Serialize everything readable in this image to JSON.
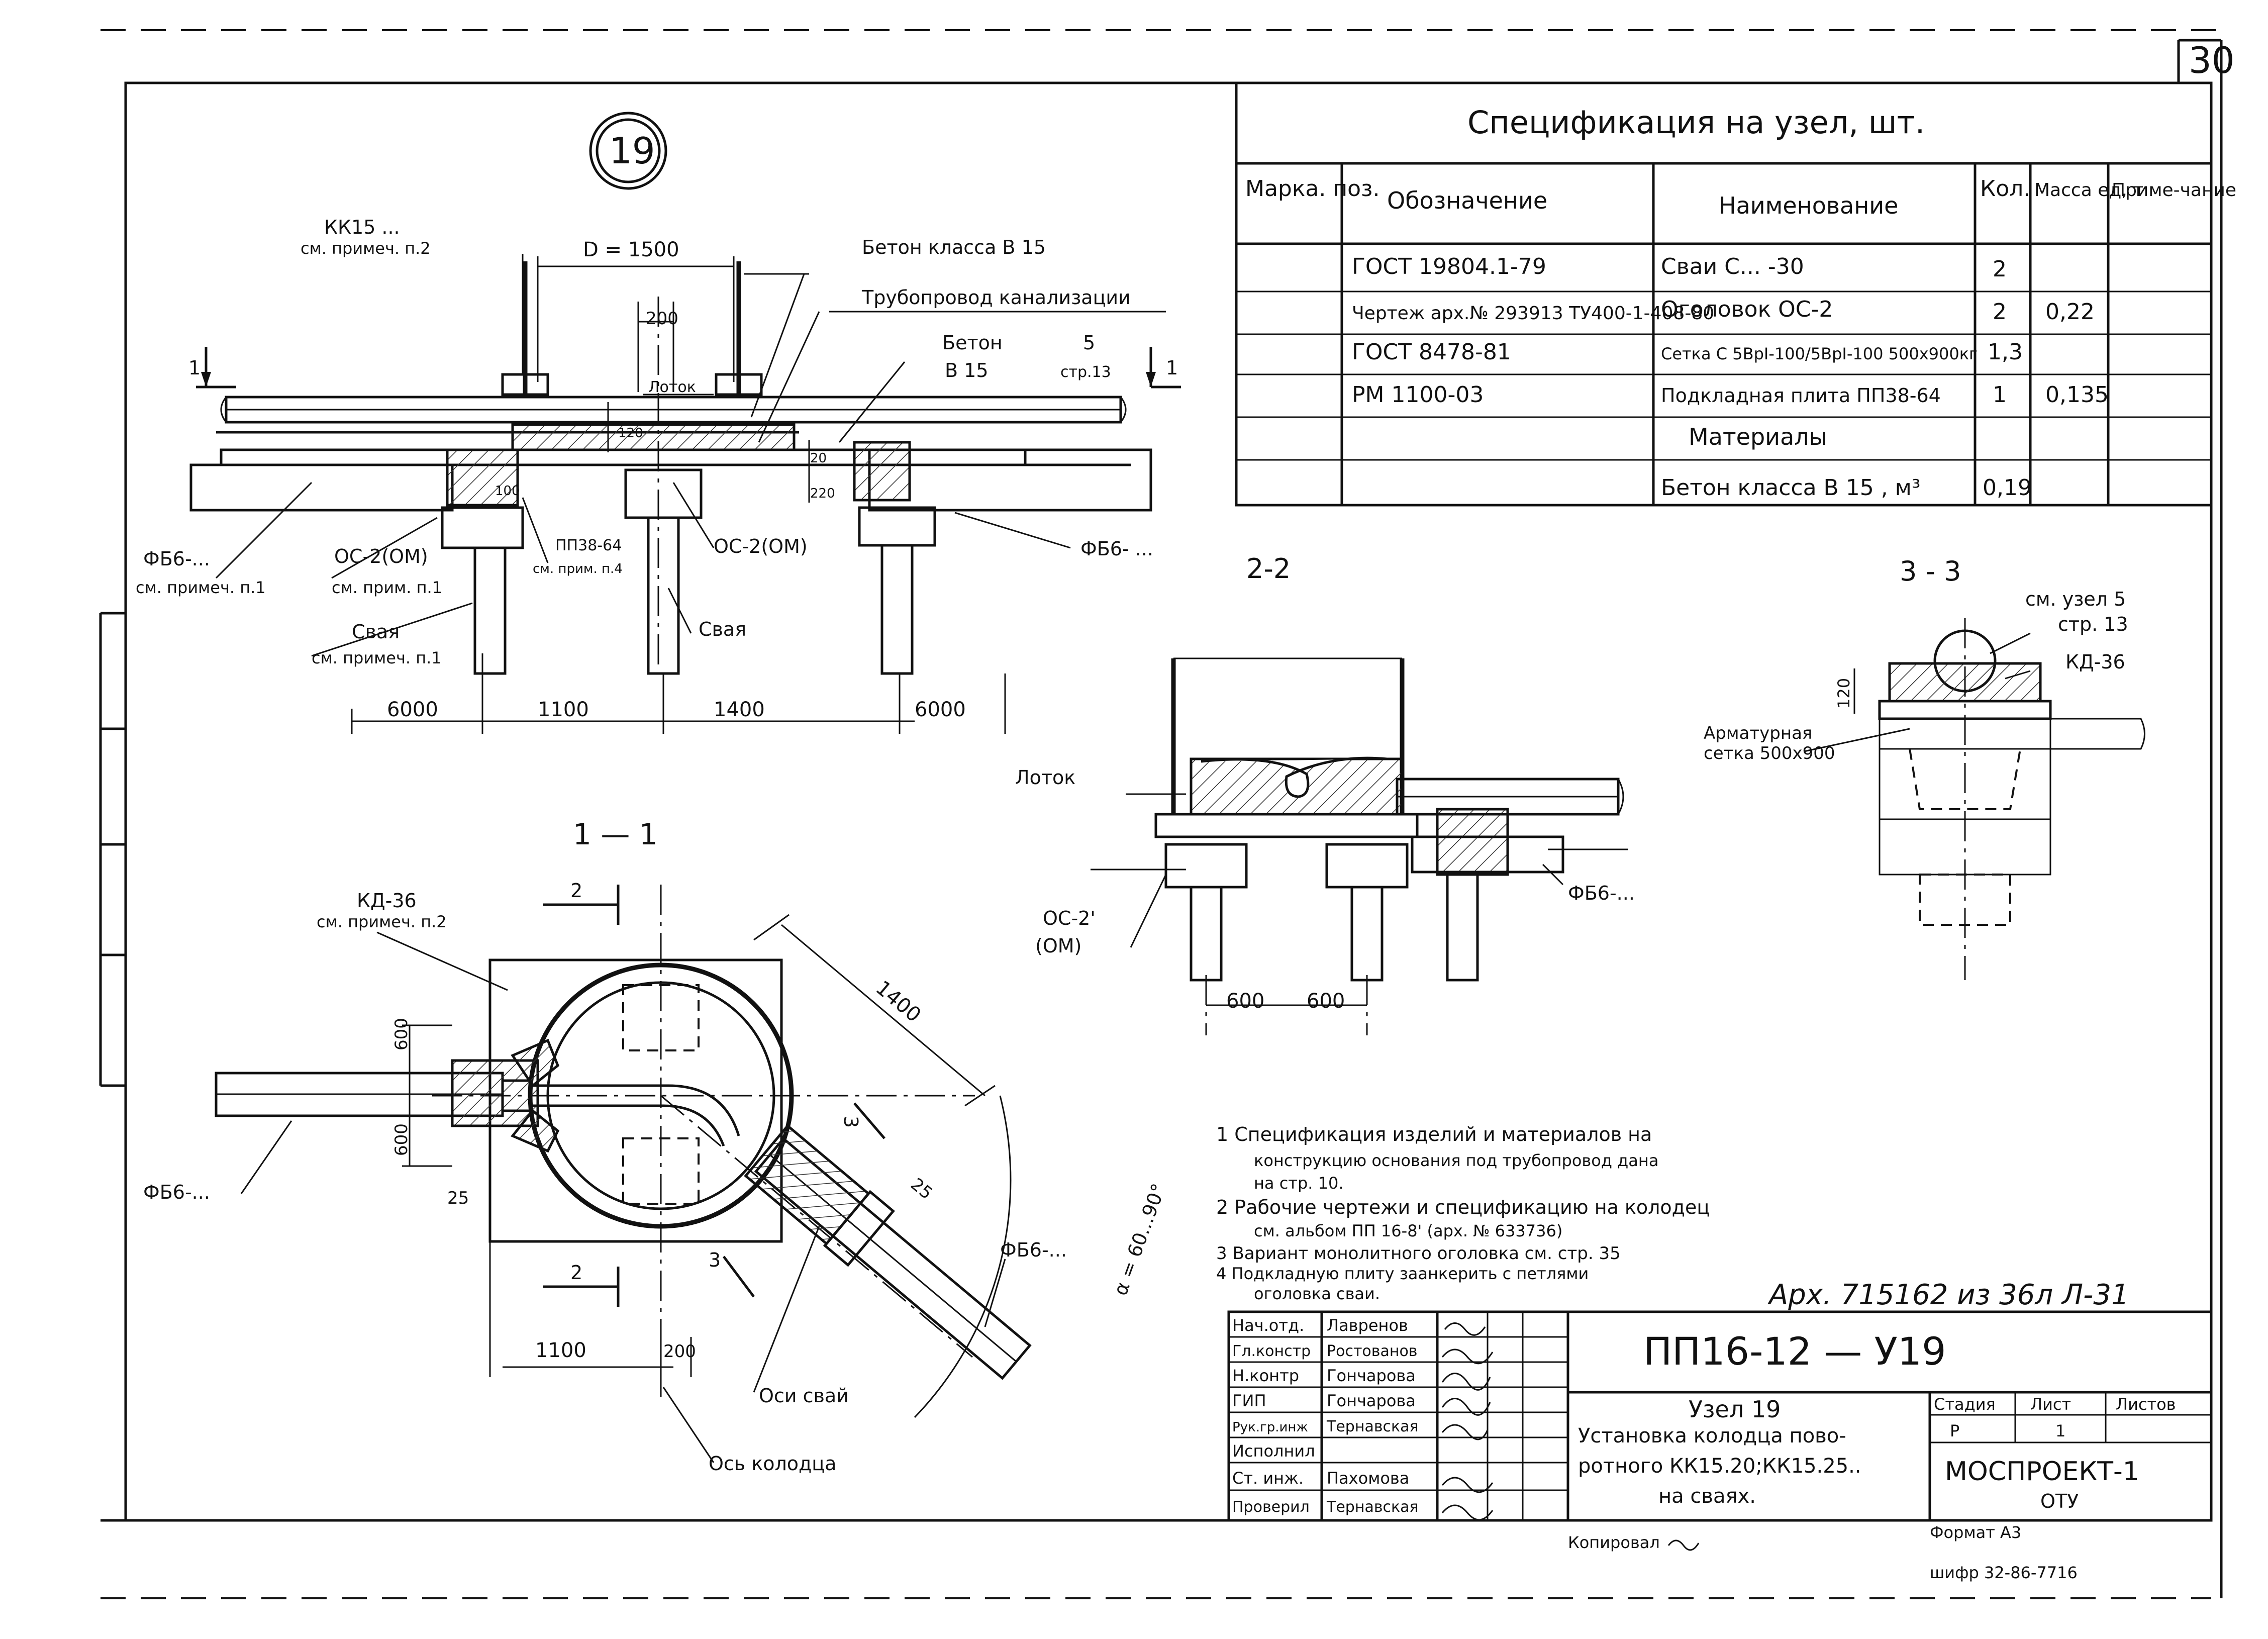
{
  "sheet": {
    "page_number": "30",
    "node_number": "19"
  },
  "spec": {
    "title": "Спецификация на узел, шт.",
    "headers": [
      "Марка. поз.",
      "Обозначение",
      "Наименование",
      "Кол.",
      "Масса ед, т",
      "Приме-чание"
    ],
    "rows": [
      {
        "mark": "",
        "designation": "ГОСТ 19804.1-79",
        "name": "Сваи С... -30",
        "qty": "2",
        "mass": "",
        "note": ""
      },
      {
        "mark": "",
        "designation": "Чертеж арх.№ 293913 ТУ400-1-408-80",
        "name": "Оголовок ОС-2",
        "qty": "2",
        "mass": "0,22",
        "note": ""
      },
      {
        "mark": "",
        "designation": "ГОСТ 8478-81",
        "name": "Сетка С 5ВрI-100/5ВрI-100 500х900кг",
        "qty": "1,3",
        "mass": "",
        "note": ""
      },
      {
        "mark": "",
        "designation": "РМ 1100-03",
        "name": "Подкладная плита ПП38-64",
        "qty": "1",
        "mass": "0,135",
        "note": ""
      }
    ],
    "materials_heading": "Материалы",
    "materials": [
      {
        "name": "Бетон класса В 15 , м³",
        "qty": "0,19"
      }
    ]
  },
  "top_view": {
    "labels": {
      "kk15": "КК15 ...",
      "kk15_note": "см. примеч. п.2",
      "diameter": "D = 1500",
      "dim_200": "200",
      "concrete_b15": "Бетон класса В 15",
      "sewer_pipe": "Трубопровод канализации",
      "concrete": "Бетон",
      "concrete_class": "В 15",
      "lotok": "Лоток",
      "ref5": "5",
      "ref5_page": "стр.13",
      "section_1": "1",
      "dim_120": "120",
      "dim_100": "100",
      "dim_20": "20",
      "dim_220": "220",
      "fb6_left": "ФБ6-...",
      "fb6_left_note": "см. примеч. п.1",
      "os2_om": "ОС-2(ОМ)",
      "os2_om_note": "см. прим. п.1",
      "pp38": "ПП38-64",
      "pp38_note": "см. прим. п.4",
      "os2": "ОС-2(ОМ)",
      "fb6_right": "ФБ6- ...",
      "pile_left": "Свая",
      "pile_left_note": "см. примеч. п.1",
      "pile_mid": "Свая"
    },
    "dims": [
      "6000",
      "1100",
      "1400",
      "6000"
    ]
  },
  "section_1_1": {
    "title": "1 — 1",
    "labels": {
      "kd36": "КД-36",
      "kd36_note": "см. примеч. п.2",
      "section_2": "2",
      "dim_1400": "1400",
      "dim_600_a": "600",
      "dim_600_b": "600",
      "dim_25_a": "25",
      "dim_25_b": "25",
      "fb6_left": "ФБ6-...",
      "fb6_right": "ФБ6-...",
      "angle": "α = 60...90°",
      "section_3": "3",
      "dim_1100": "1100",
      "dim_200": "200",
      "pile_axes": "Оси свай",
      "well_axis": "Ось колодца"
    }
  },
  "section_2_2": {
    "title": "2-2",
    "labels": {
      "lotok": "Лоток",
      "os2": "ОС-2'",
      "om": "(ОМ)",
      "fb6": "ФБ6-...",
      "dim_600_a": "600",
      "dim_600_b": "600"
    }
  },
  "section_3_3": {
    "title": "3 - 3",
    "labels": {
      "see_node": "см. узел 5",
      "see_page": "стр. 13",
      "kd36": "КД-36",
      "dim_120": "120",
      "mesh": "Арматурная",
      "mesh_size": "сетка 500х900"
    }
  },
  "notes": [
    "1 Спецификация изделий и материалов на конструкцию основания под трубопровод дана на стр. 10.",
    "2 Рабочие чертежи и спецификацию на колодец см. альбом ПП 16-8' (арх. № 633736)",
    "3 Вариант монолитного оголовка см. стр. 35",
    "4 Подкладную плиту заанкерить с петлями оголовка сваи."
  ],
  "archive_note": "Арх. 715162 из 36л  Л-31",
  "title_block": {
    "signers": [
      {
        "role": "Нач.отд.",
        "name": "Лавренов"
      },
      {
        "role": "Гл.констр",
        "name": "Ростованов"
      },
      {
        "role": "Н.контр",
        "name": "Гончарова"
      },
      {
        "role": "ГИП",
        "name": "Гончарова"
      },
      {
        "role": "Рук.гр.инж",
        "name": "Тернавская"
      },
      {
        "role": "Исполнил",
        "name": ""
      },
      {
        "role": "Ст. инж.",
        "name": "Пахомова"
      },
      {
        "role": "Проверил",
        "name": "Тернавская"
      }
    ],
    "code": "ПП16-12 — У19",
    "node_title": "Узел 19",
    "description": [
      "Установка колодца пово-",
      "ротного КК15.20;КК15.25..",
      "на сваях."
    ],
    "stage_label": "Стадия",
    "sheet_label": "Лист",
    "sheets_label": "Листов",
    "stage": "Р",
    "sheet": "1",
    "sheets": "",
    "org": "МОСПРОЕКТ-1",
    "dept": "ОТУ"
  },
  "footer": {
    "copied": "Копировал",
    "format": "Формат А3",
    "cipher": "шифр 32-86-7716"
  }
}
